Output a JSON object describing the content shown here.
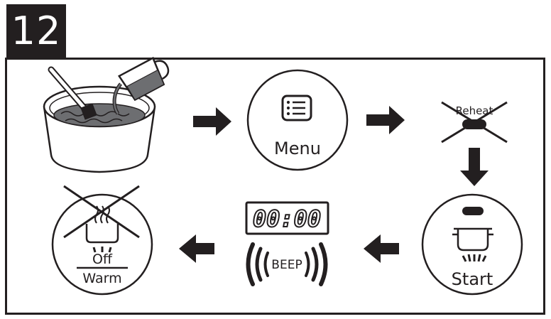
{
  "step_number": "12",
  "menu_button": {
    "label": "Menu",
    "icon": "list-icon"
  },
  "reheat_button": {
    "label": "Reheat",
    "state": "cancelled"
  },
  "start_button": {
    "label": "Start",
    "icon": "cooking-pot-icon"
  },
  "timer": {
    "display": "00:00"
  },
  "beep": {
    "label": "((BEEP))",
    "text": "BEEP"
  },
  "keep_warm": {
    "label_top": "Off",
    "label_bottom": "Warm",
    "icon": "warm-pot-icon"
  },
  "colors": {
    "ink": "#231f20",
    "background": "#ffffff"
  }
}
